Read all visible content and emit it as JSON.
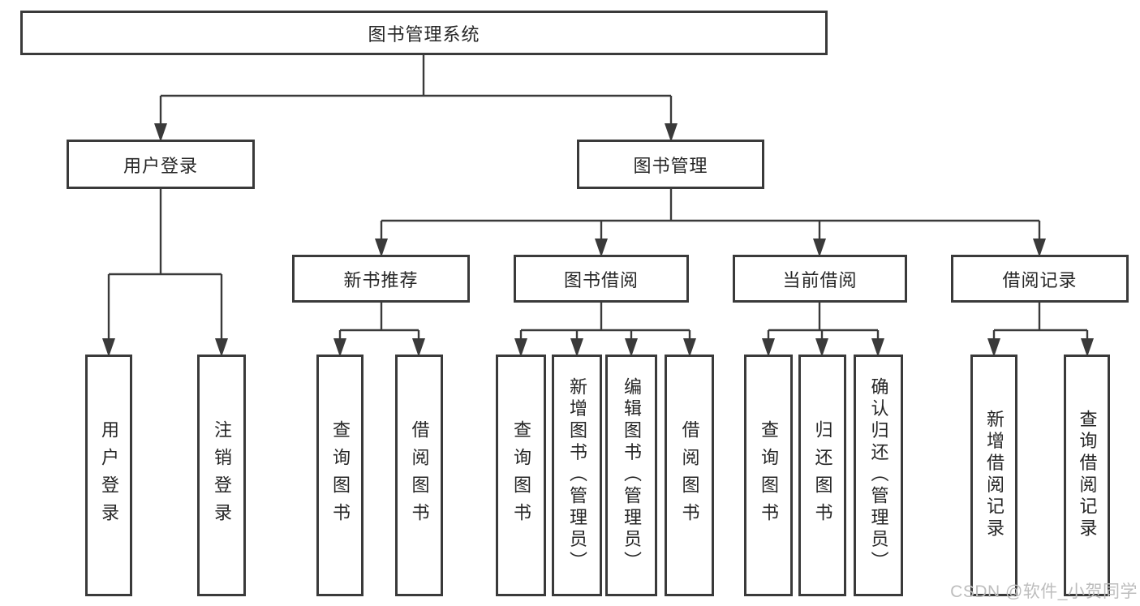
{
  "diagram": {
    "root": {
      "label": "图书管理系统"
    },
    "level2": [
      {
        "label": "用户登录"
      },
      {
        "label": "图书管理"
      }
    ],
    "level3": [
      {
        "label": "新书推荐"
      },
      {
        "label": "图书借阅"
      },
      {
        "label": "当前借阅"
      },
      {
        "label": "借阅记录"
      }
    ],
    "leaves": [
      {
        "label": "用户登录"
      },
      {
        "label": "注销登录"
      },
      {
        "label": "查询图书"
      },
      {
        "label": "借阅图书"
      },
      {
        "label": "查询图书"
      },
      {
        "label": "新增图书（管理员）"
      },
      {
        "label": "编辑图书（管理员）"
      },
      {
        "label": "借阅图书"
      },
      {
        "label": "查询图书"
      },
      {
        "label": "归还图书"
      },
      {
        "label": "确认归还（管理员）"
      },
      {
        "label": "新增借阅记录"
      },
      {
        "label": "查询借阅记录"
      }
    ]
  },
  "watermark": {
    "text": "CSDN @软件_小贺同学"
  },
  "colors": {
    "line": "#3a3a3a",
    "box_border": "#3a3a3a",
    "text": "#262626",
    "background": "#ffffff",
    "watermark": "#bdbdbd"
  }
}
